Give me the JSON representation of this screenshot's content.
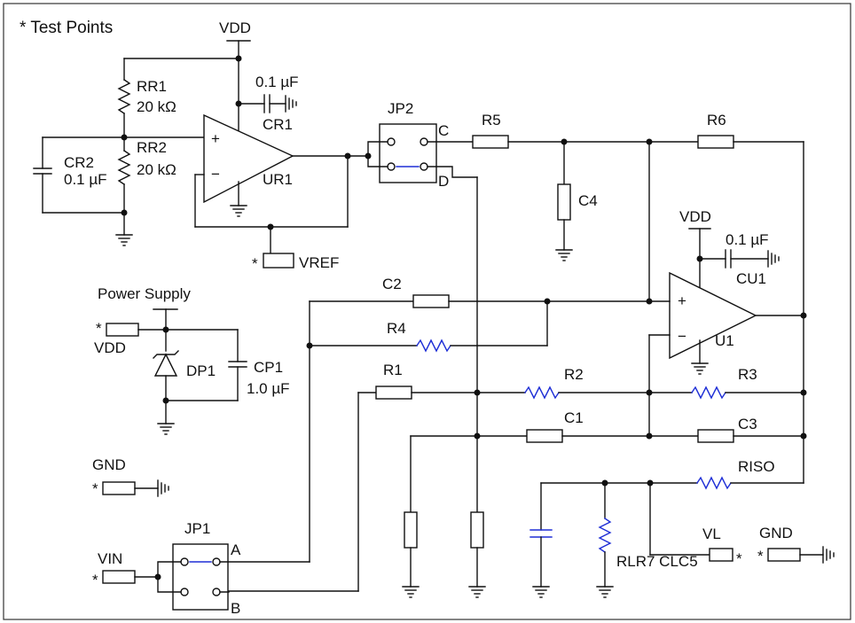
{
  "legend": {
    "test_points": "* Test Points"
  },
  "accent_color": "#1f2fd6",
  "labels": {
    "vdd_top": "VDD",
    "rr1": "RR1",
    "rr1_value": "20 kΩ",
    "rr2": "RR2",
    "rr2_value": "20 kΩ",
    "cr1_value": "0.1 µF",
    "cr1": "CR1",
    "cr2": "CR2",
    "cr2_value": "0.1 µF",
    "ur1": "UR1",
    "vref": "VREF",
    "jp2": "JP2",
    "jp2_c": "C",
    "jp2_d": "D",
    "r5": "R5",
    "r6": "R6",
    "c4": "C4",
    "vdd_u1": "VDD",
    "cu1_value": "0.1 µF",
    "cu1": "CU1",
    "c2": "C2",
    "r4": "R4",
    "power_supply": "Power Supply",
    "vdd_ps": "VDD",
    "dp1": "DP1",
    "cp1": "CP1",
    "cp1_value": "1.0 µF",
    "u1": "U1",
    "r1": "R1",
    "r2": "R2",
    "r3": "R3",
    "c1": "C1",
    "c3": "C3",
    "riso": "RISO",
    "gnd_left": "GND",
    "jp1": "JP1",
    "jp1_a": "A",
    "jp1_b": "B",
    "vin": "VIN",
    "vl": "VL",
    "gnd_right": "GND",
    "rl_label": "RLR7 CLC5",
    "star": "*",
    "plus": "+",
    "minus": "−"
  }
}
